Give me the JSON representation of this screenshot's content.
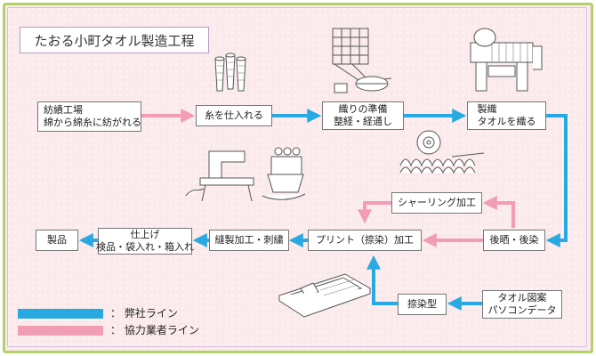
{
  "diagram": {
    "title": "たおる小町タオル製造工程",
    "colors": {
      "own_line": "#29a9e1",
      "partner_line": "#f19db5",
      "frame": "#b3d36a"
    },
    "nodes": {
      "spinning": {
        "line1": "紡績工場",
        "line2": "綿から綿糸に紡がれる"
      },
      "yarn": {
        "label": "糸を仕入れる"
      },
      "prep": {
        "line1": "織りの準備",
        "line2": "整経・経通し"
      },
      "weaving": {
        "line1": "製織",
        "line2": "タオルを織る"
      },
      "shearing": {
        "label": "シャーリング加工"
      },
      "bleach": {
        "label": "後晒・後染"
      },
      "print": {
        "label": "プリント（捺染）加工"
      },
      "sewing": {
        "label": "縫製加工・刺繍"
      },
      "finish": {
        "line1": "仕上げ",
        "line2": "検品・袋入れ・箱入れ"
      },
      "product": {
        "label": "製品"
      },
      "screen": {
        "label": "捺染型"
      },
      "design": {
        "line1": "タオル図案",
        "line2": "パソコンデータ"
      }
    },
    "legend": {
      "own": "：  弊社ライン",
      "partner": "：  協力業者ライン"
    }
  }
}
